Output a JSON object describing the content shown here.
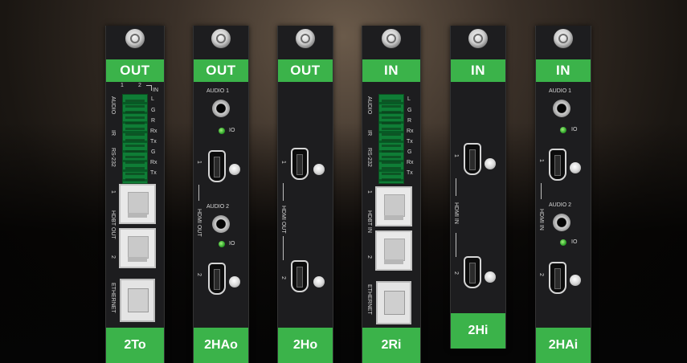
{
  "cards": [
    {
      "header": "OUT",
      "model": "2To",
      "labels": {
        "col1": "1",
        "col2": "2",
        "in": "IN",
        "audio": "AUDIO",
        "ir": "IR",
        "rs232": "RS-232",
        "pins": [
          "L",
          "G",
          "R",
          "Rx",
          "Tx",
          "G",
          "Rx",
          "Tx"
        ],
        "hdbt": "HDBT OUT",
        "n1": "1",
        "n2": "2",
        "ethernet": "ETHERNET"
      }
    },
    {
      "header": "OUT",
      "model": "2HAo",
      "labels": {
        "audio1": "AUDIO 1",
        "io1": "IO",
        "audio2": "AUDIO 2",
        "io2": "IO",
        "hdmi": "HDMI OUT",
        "n1": "1",
        "n2": "2"
      }
    },
    {
      "header": "OUT",
      "model": "2Ho",
      "labels": {
        "hdmi": "HDMI OUT",
        "n1": "1",
        "n2": "2"
      }
    },
    {
      "header": "IN",
      "model": "2Ri",
      "labels": {
        "audio": "AUDIO",
        "ir": "IR",
        "rs232": "RS-232",
        "pins": [
          "L",
          "G",
          "R",
          "Rx",
          "Tx",
          "G",
          "Rx",
          "Tx"
        ],
        "hdbt": "HDBT IN",
        "n1": "1",
        "n2": "2",
        "ethernet": "ETHERNET"
      }
    },
    {
      "header": "IN",
      "model": "2Hi",
      "labels": {
        "hdmi": "HDMI IN",
        "n1": "1",
        "n2": "2"
      }
    },
    {
      "header": "IN",
      "model": "2HAi",
      "labels": {
        "audio1": "AUDIO 1",
        "io1": "IO",
        "audio2": "AUDIO 2",
        "io2": "IO",
        "hdmi": "HDMI IN",
        "n1": "1",
        "n2": "2"
      }
    }
  ],
  "colors": {
    "accent": "#3bb34a",
    "card": "#1d1d1f"
  }
}
